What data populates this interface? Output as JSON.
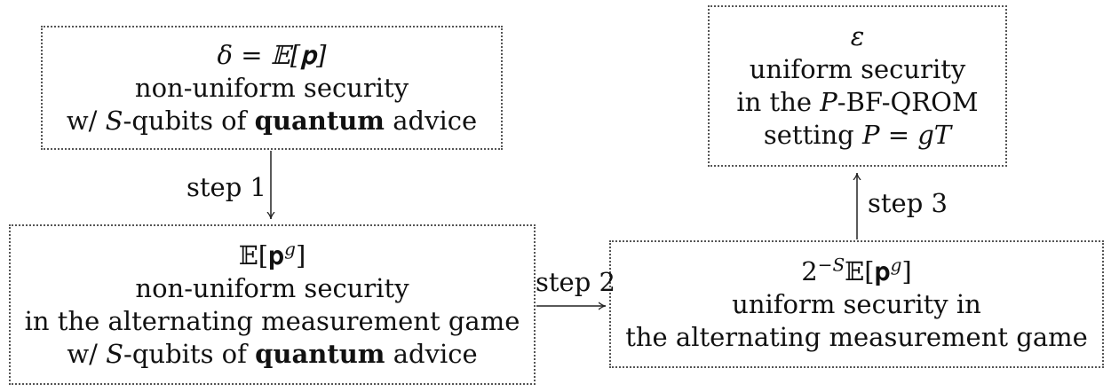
{
  "boxes": {
    "box1": {
      "formula": "δ = 𝔼[𝐩]",
      "line2": "non-uniform security",
      "line3_a": "w/ ",
      "line3_var": "S",
      "line3_b": "-qubits of ",
      "line3_bold": "quantum",
      "line3_c": " advice"
    },
    "box2": {
      "formula_base": "𝔼[𝐩",
      "formula_sup": "g",
      "formula_close": "]",
      "line2": "non-uniform security",
      "line3": "in the alternating measurement game",
      "line4_a": "w/ ",
      "line4_var": "S",
      "line4_b": "-qubits of ",
      "line4_bold": "quantum",
      "line4_c": " advice"
    },
    "box3": {
      "formula_pre": "2",
      "formula_sup": "−S",
      "formula_base": "𝔼[𝐩",
      "formula_sup2": "g",
      "formula_close": "]",
      "line2": "uniform security in",
      "line3": "the alternating measurement game"
    },
    "box4": {
      "formula": "ε",
      "line2": "uniform security",
      "line3_a": "in the ",
      "line3_var": "P",
      "line3_b": "-BF-QROM",
      "line4_a": "setting ",
      "line4_math": "P = gT"
    }
  },
  "arrows": {
    "step1": "step 1",
    "step2": "step 2",
    "step3": "step 3"
  }
}
